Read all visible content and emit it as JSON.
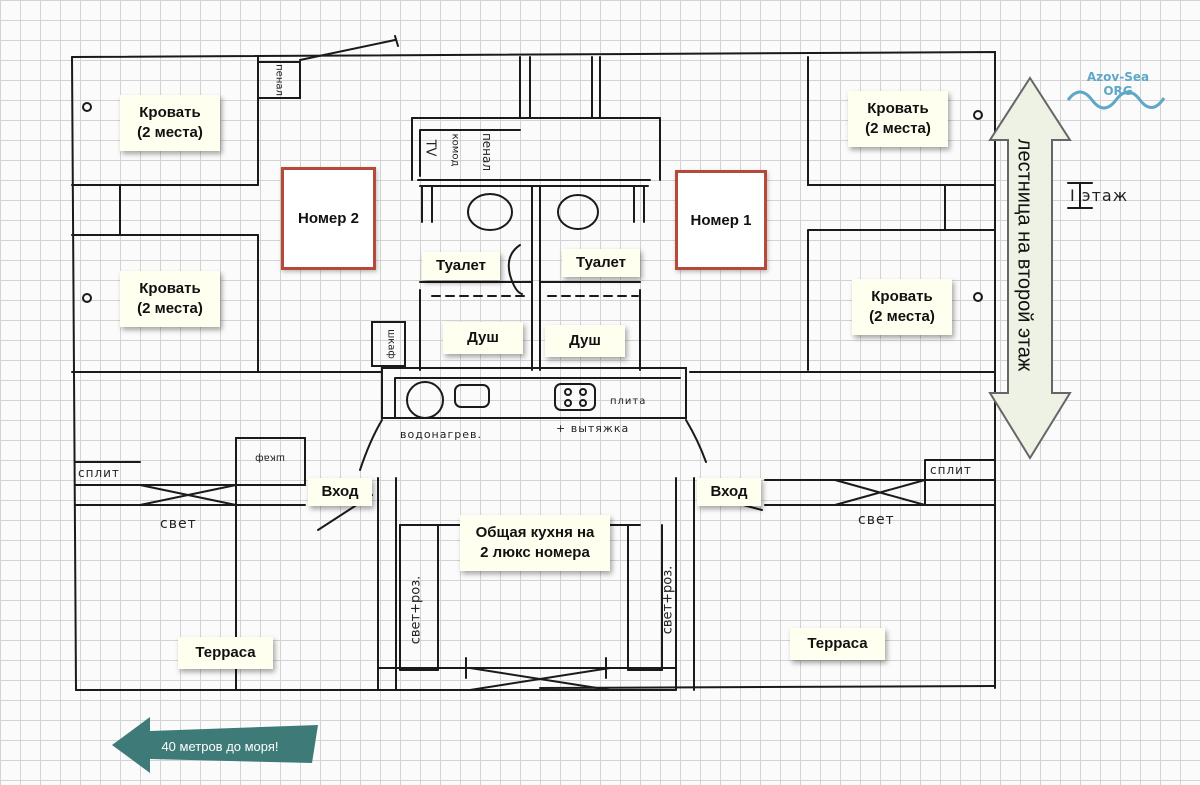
{
  "rooms": {
    "room2": "Номер 2",
    "room1": "Номер 1"
  },
  "labels": {
    "bed_1": "Кровать\n(2 места)",
    "bed_2": "Кровать\n(2 места)",
    "bed_3": "Кровать\n(2 места)",
    "bed_4": "Кровать\n(2 места)",
    "toilet_left": "Туалет",
    "toilet_right": "Туалет",
    "shower_left": "Душ",
    "shower_right": "Душ",
    "entrance_left": "Вход",
    "entrance_right": "Вход",
    "kitchen": "Общая кухня на\n2 люкс номера",
    "terrace_left": "Терраса",
    "terrace_right": "Терраса"
  },
  "handwritten": {
    "penal_top": "пенал",
    "tv": "TV",
    "komod": "комод",
    "penal_mid": "пенал",
    "shkaf": "шкаф",
    "split_left": "сплит",
    "split_right": "сплит",
    "light_left": "свет",
    "light_right": "свет",
    "water_heater": "водонагрев.",
    "stove": "плита",
    "hood": "+ вытяжка",
    "light_socket_left": "свет+роз.",
    "light_socket_right": "свет+роз.",
    "floor": "I этаж"
  },
  "stairs": "лестница на второй этаж",
  "sea_sign": "40 метров до моря!",
  "logo": "Azov-Sea\nORG",
  "colors": {
    "room_border": "#b54a3a",
    "arrow_fill": "#3e7a77",
    "stair_arrow": "#eef2e4",
    "logo": "#5fa6c8"
  }
}
